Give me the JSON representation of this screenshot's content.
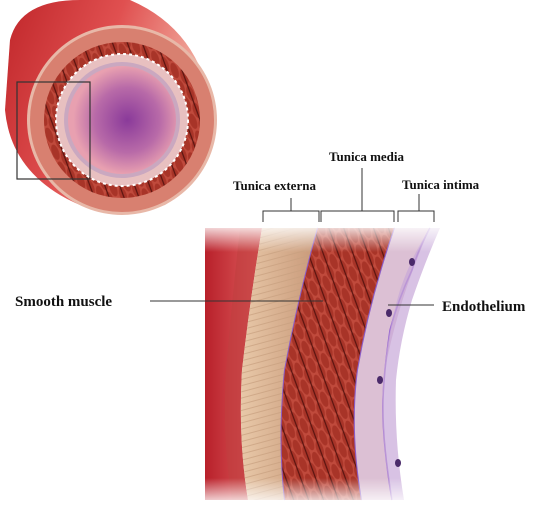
{
  "labels": {
    "tunica_media": "Tunica media",
    "tunica_externa": "Tunica externa",
    "tunica_intima": "Tunica intima",
    "smooth_muscle": "Smooth muscle",
    "endothelium": "Endothelium"
  },
  "colors": {
    "outer_tissue": "#d44a4a",
    "externa": "#d9b091",
    "media_muscle": "#b8443a",
    "media_dark": "#6a1e1a",
    "intima": "#d8b8c8",
    "elastic_line": "#8a5cc8",
    "lumen": "#a868b8",
    "nuclei": "#4a2a6a"
  }
}
